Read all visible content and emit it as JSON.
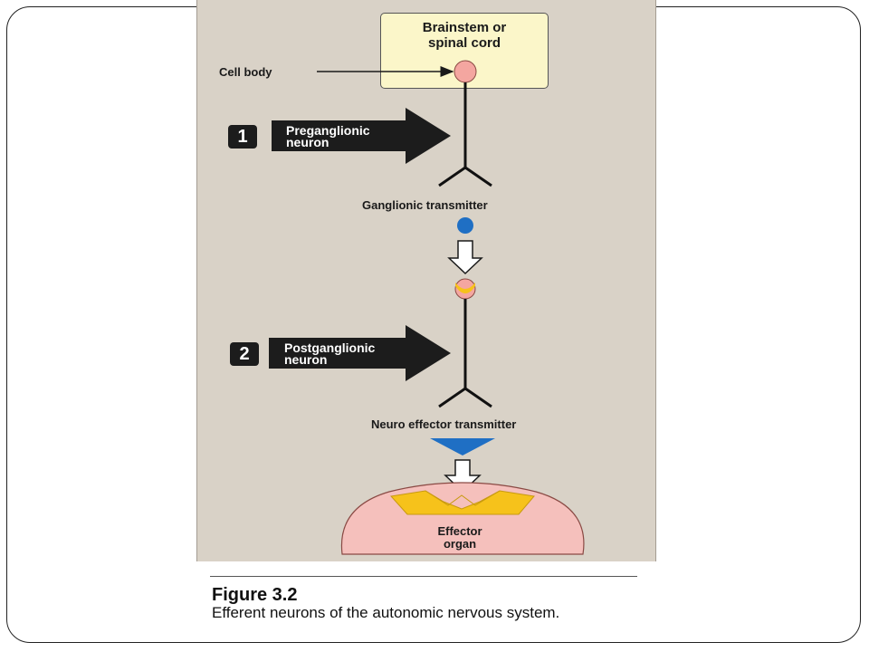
{
  "diagram": {
    "brainstem_label": "Brainstem or\nspinal cord",
    "cell_body_label": "Cell body",
    "steps": [
      {
        "number": "1",
        "label": "Preganglionic\nneuron"
      },
      {
        "number": "2",
        "label": "Postganglionic\nneuron"
      }
    ],
    "ganglionic_transmitter_label": "Ganglionic transmitter",
    "neuroeffector_transmitter_label": "Neuro effector transmitter",
    "effector_label": "Effector\norgan"
  },
  "caption": {
    "title": "Figure 3.2",
    "text": "Efferent neurons of the autonomic nervous system."
  },
  "colors": {
    "panel_background": "#d9d2c7",
    "brainstem_fill": "#fbf6c9",
    "cell_body": "#f4a6a0",
    "ganglionic_transmitter": "#1f6fc4",
    "receptor_fill": "#f4a6a0",
    "receptor_cup": "#f6c21b",
    "neuroeffector_transmitter": "#1f6fc4",
    "effector_organ": "#f5c0bc",
    "effector_receptor": "#f6c21b",
    "arrow_fill": "#1c1c1c"
  }
}
